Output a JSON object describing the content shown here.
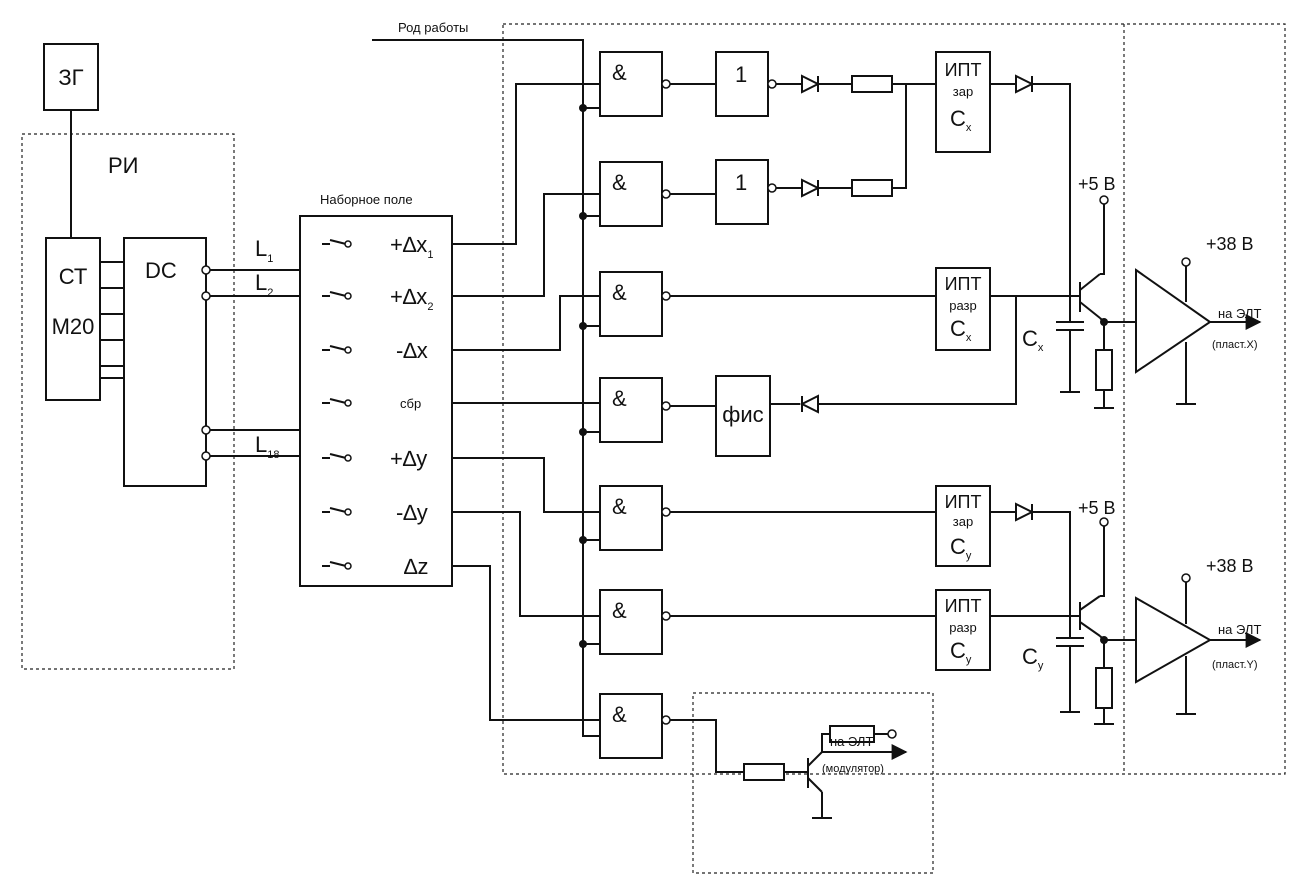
{
  "blocks": {
    "zg": "ЗГ",
    "ri": "РИ",
    "ct1": "СТ",
    "ct2": "М20",
    "dc": "DC",
    "nabor": "Наборное поле",
    "rod": "Род работы",
    "and": "&",
    "or": "1",
    "fis": "фис",
    "ipt": "ИПТ",
    "zar": "зар",
    "razr": "разр"
  },
  "lines": {
    "L1": "L",
    "L1sub": "1",
    "L2": "L",
    "L2sub": "2",
    "L18": "L",
    "L18sub": "18"
  },
  "switches": {
    "s1": "+∆x",
    "s1sub": "1",
    "s2": "+∆x",
    "s2sub": "2",
    "s3": "-∆x",
    "s4": "сбр",
    "s5": "+∆y",
    "s6": "-∆y",
    "s7": "∆z"
  },
  "caps": {
    "cx": "C",
    "cxsub": "x",
    "cy": "C",
    "cysub": "y"
  },
  "power": {
    "p5a": "+5 В",
    "p5b": "+5 В",
    "p38a": "+38 В",
    "p38b": "+38 В"
  },
  "outputs": {
    "eltX": "на ЭЛТ",
    "eltXsub": "(пласт.X)",
    "eltY": "на ЭЛТ",
    "eltYsub": "(пласт.Y)",
    "eltM": "на ЭЛТ",
    "eltMsub": "(модулятор)"
  }
}
